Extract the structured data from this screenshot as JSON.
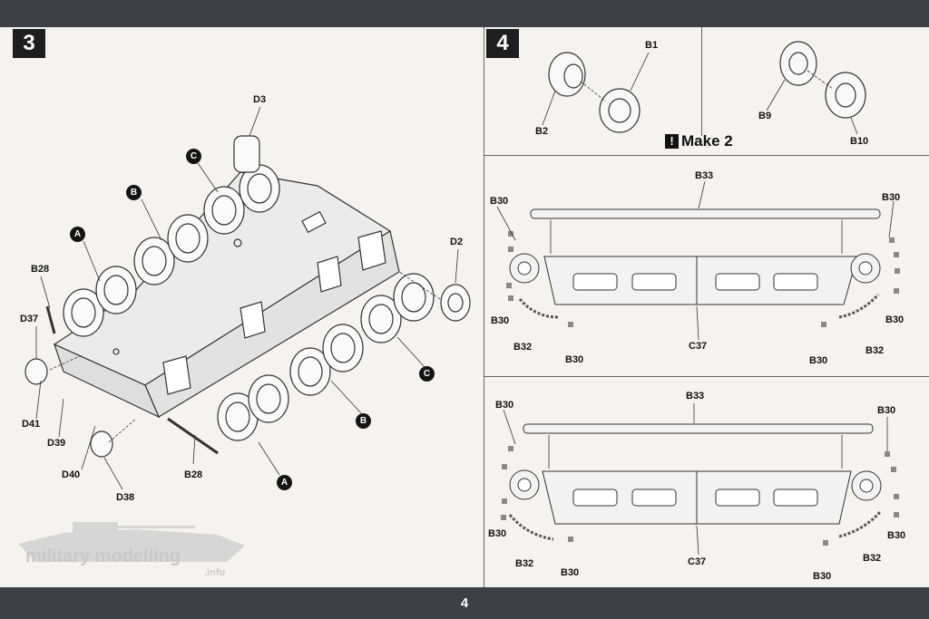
{
  "page_number": "4",
  "step3": {
    "number": "3",
    "labels": {
      "d3": "D3",
      "d2": "D2",
      "b28_top": "B28",
      "b28_bottom": "B28",
      "d37": "D37",
      "d41": "D41",
      "d39": "D39",
      "d40": "D40",
      "d38": "D38"
    },
    "callouts": {
      "a": "A",
      "b": "B",
      "c": "C"
    }
  },
  "step4": {
    "number": "4",
    "make_text": "Make 2",
    "labels": {
      "b1": "B1",
      "b2": "B2",
      "b9": "B9",
      "b10": "B10"
    },
    "track_panel": {
      "b33": "B33",
      "b30": "B30",
      "b32": "B32",
      "c37": "C37"
    }
  },
  "watermark": {
    "brand": "military modelling",
    "suffix": ".info"
  },
  "colors": {
    "bar": "#3c3f46",
    "paper": "#f4f3ef",
    "badge": "#1e1e1e"
  }
}
